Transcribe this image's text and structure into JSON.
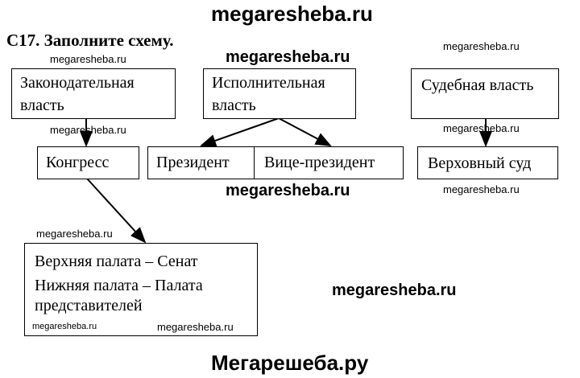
{
  "header_watermark": "megaresheba.ru",
  "footer_watermark": "Мегарешеба.ру",
  "task_title": "С17. Заполните схему.",
  "watermarks": {
    "small": "megaresheba.ru",
    "bold": "megaresheba.ru"
  },
  "diagram": {
    "legislative": "Законодательная власть",
    "executive": "Исполнительная власть",
    "judicial": "Судебная власть",
    "congress": "Конгресс",
    "president": "Президент",
    "vice_president": "Вице-президент",
    "supreme_court": "Верховный суд",
    "upper_house": "Верхняя палата – Сенат",
    "lower_house": "Нижняя палата – Палата представителей"
  }
}
